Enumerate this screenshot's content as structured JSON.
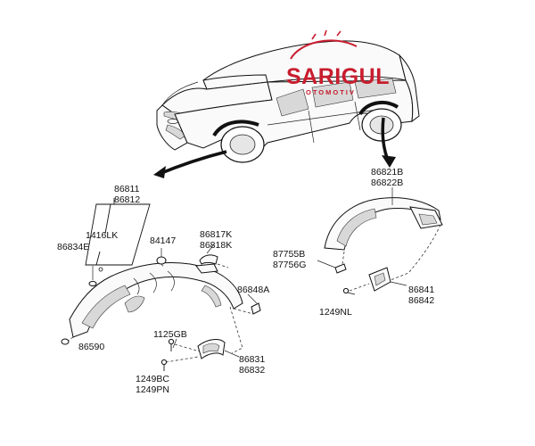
{
  "logo": {
    "name": "SARIGUL",
    "subtitle": "OTOMOTIV",
    "color": "#c81d2e"
  },
  "labels": {
    "front_assy_1": "86811",
    "front_assy_2": "86812",
    "front_bolt": "1416LK",
    "front_clip": "86834E",
    "grommet": "84147",
    "rear_bracket_1": "86817K",
    "rear_bracket_2": "86818K",
    "retainer": "86848A",
    "bottom_clip": "86590",
    "screw_gb": "1125GB",
    "mud_guard_1": "86831",
    "mud_guard_2": "86832",
    "screw_bc": "1249BC",
    "screw_pn": "1249PN",
    "rear_assy_1": "86821B",
    "rear_assy_2": "86822B",
    "rear_mount_1": "87755B",
    "rear_mount_2": "87756G",
    "rear_guard_1": "86841",
    "rear_guard_2": "86842",
    "rear_screw": "1249NL"
  }
}
